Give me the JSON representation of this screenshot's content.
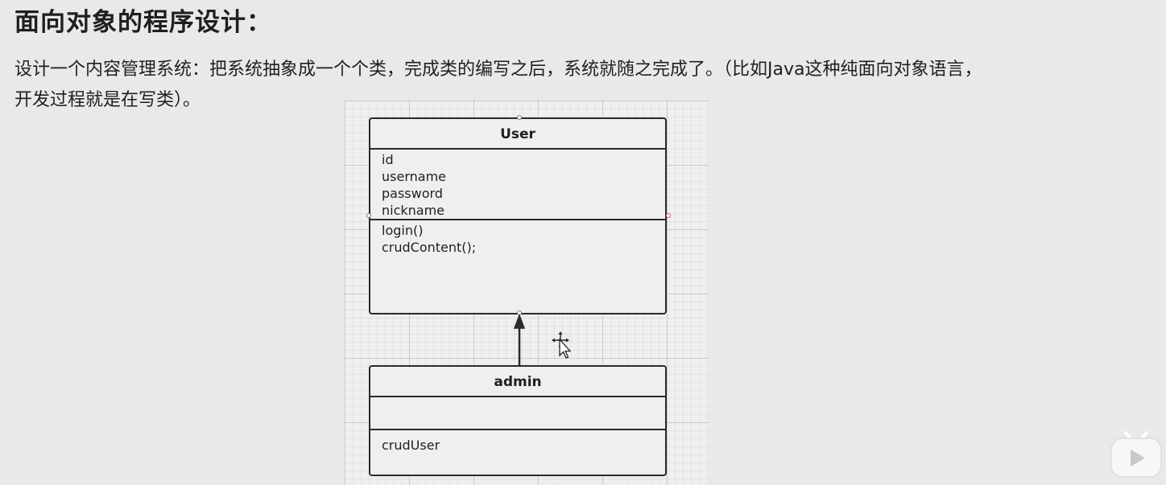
{
  "heading": "面向对象的程序设计：",
  "paragraph": {
    "line1": "设计一个内容管理系统：把系统抽象成一个个类，完成类的编写之后，系统就随之完成了。（比如Java这种纯面向对象语言，",
    "line2": "开发过程就是在写类）。"
  },
  "diagram": {
    "classes": [
      {
        "name": "User",
        "attributes": [
          "id",
          "username",
          "password",
          "nickname"
        ],
        "methods": [
          "login()",
          "crudContent();"
        ]
      },
      {
        "name": "admin",
        "attributes": [],
        "methods": [
          "crudUser"
        ]
      }
    ],
    "relations": [
      {
        "type": "generalization",
        "from": "admin",
        "to": "User"
      }
    ]
  },
  "colors": {
    "page_background": "#e9e9e9",
    "canvas_background": "#efefef",
    "line": "#2a2a2a",
    "handle_border": "#b06060"
  },
  "icons": {
    "cursor": "move-cursor-icon",
    "player": "play-button-icon"
  }
}
